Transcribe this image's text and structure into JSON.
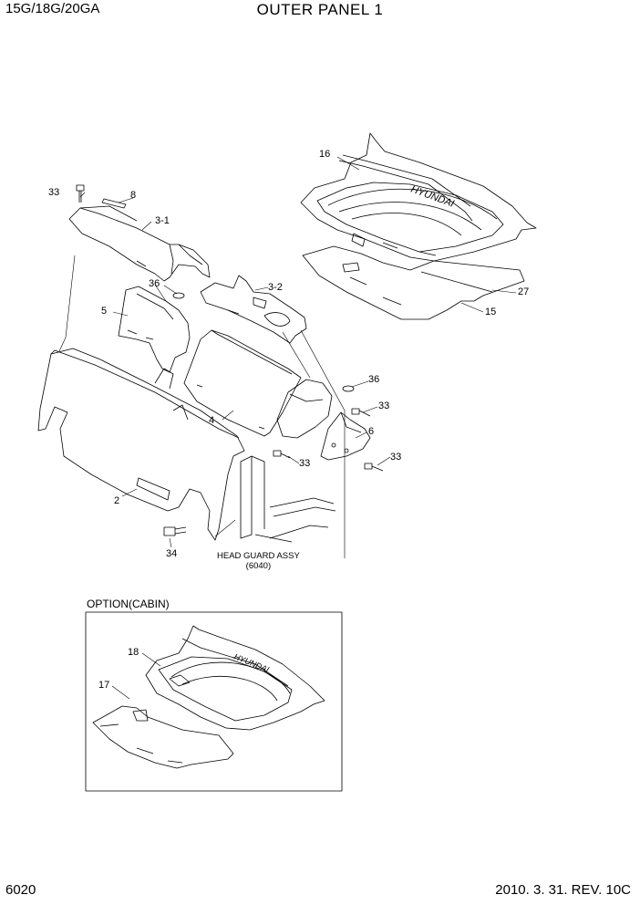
{
  "header": {
    "model": "15G/18G/20GA",
    "title": "OUTER PANEL 1"
  },
  "footer": {
    "page_number": "6020",
    "revision": "2010. 3. 31. REV. 10C"
  },
  "callouts": {
    "p33a": "33",
    "p8": "8",
    "p3_1": "3-1",
    "p36a": "36",
    "p5": "5",
    "p3_2": "3-2",
    "p16": "16",
    "p27": "27",
    "p15": "15",
    "p36b": "36",
    "p33b": "33",
    "p6": "6",
    "p33c": "33",
    "p4": "4",
    "p33d": "33",
    "p2": "2",
    "p34": "34",
    "p18": "18",
    "p17": "17"
  },
  "head_guard": {
    "line1": "HEAD GUARD ASSY",
    "line2": "(6040)"
  },
  "option_box": {
    "label": "OPTION(CABIN)"
  },
  "mat_brand": "HYUNDAI",
  "colors": {
    "line": "#000000",
    "background": "#ffffff"
  }
}
